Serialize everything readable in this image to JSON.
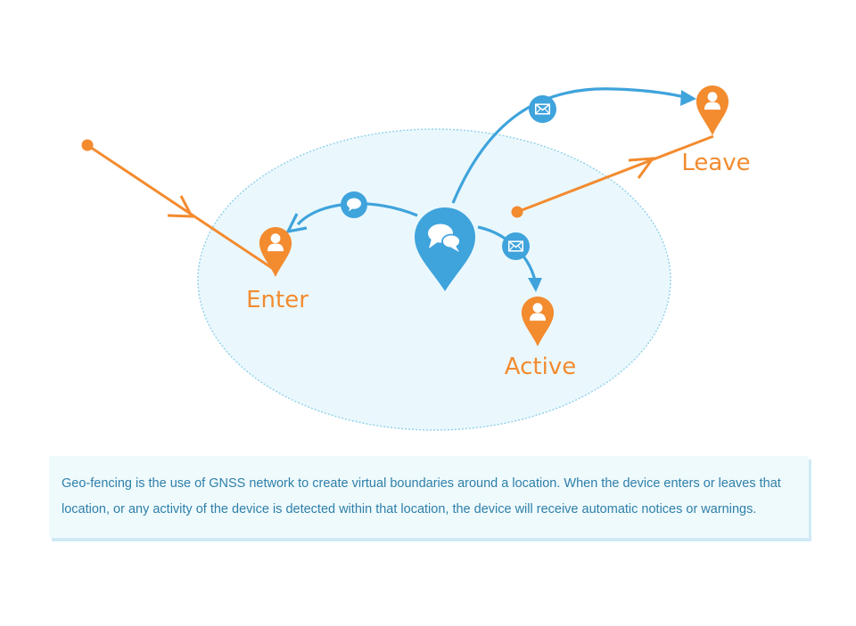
{
  "labels": {
    "enter": "Enter",
    "active": "Active",
    "leave": "Leave"
  },
  "caption": "Geo-fencing is the use of GNSS network to create virtual boundaries around a location. When the device enters or leaves that location, or any activity of the device is detected within that location, the device will receive automatic notices or warnings.",
  "colors": {
    "orange": "#f38b2f",
    "blue": "#3fa3dc",
    "fence_fill": "#eaf8fd",
    "fence_border": "#8fd0ea",
    "caption_bg": "#effafd",
    "caption_text": "#2e7fa8"
  },
  "icons": {
    "center": "chat-bubbles-pin-icon",
    "user_pin": "user-pin-icon",
    "message": "envelope-icon",
    "chat": "chat-bubble-icon"
  }
}
